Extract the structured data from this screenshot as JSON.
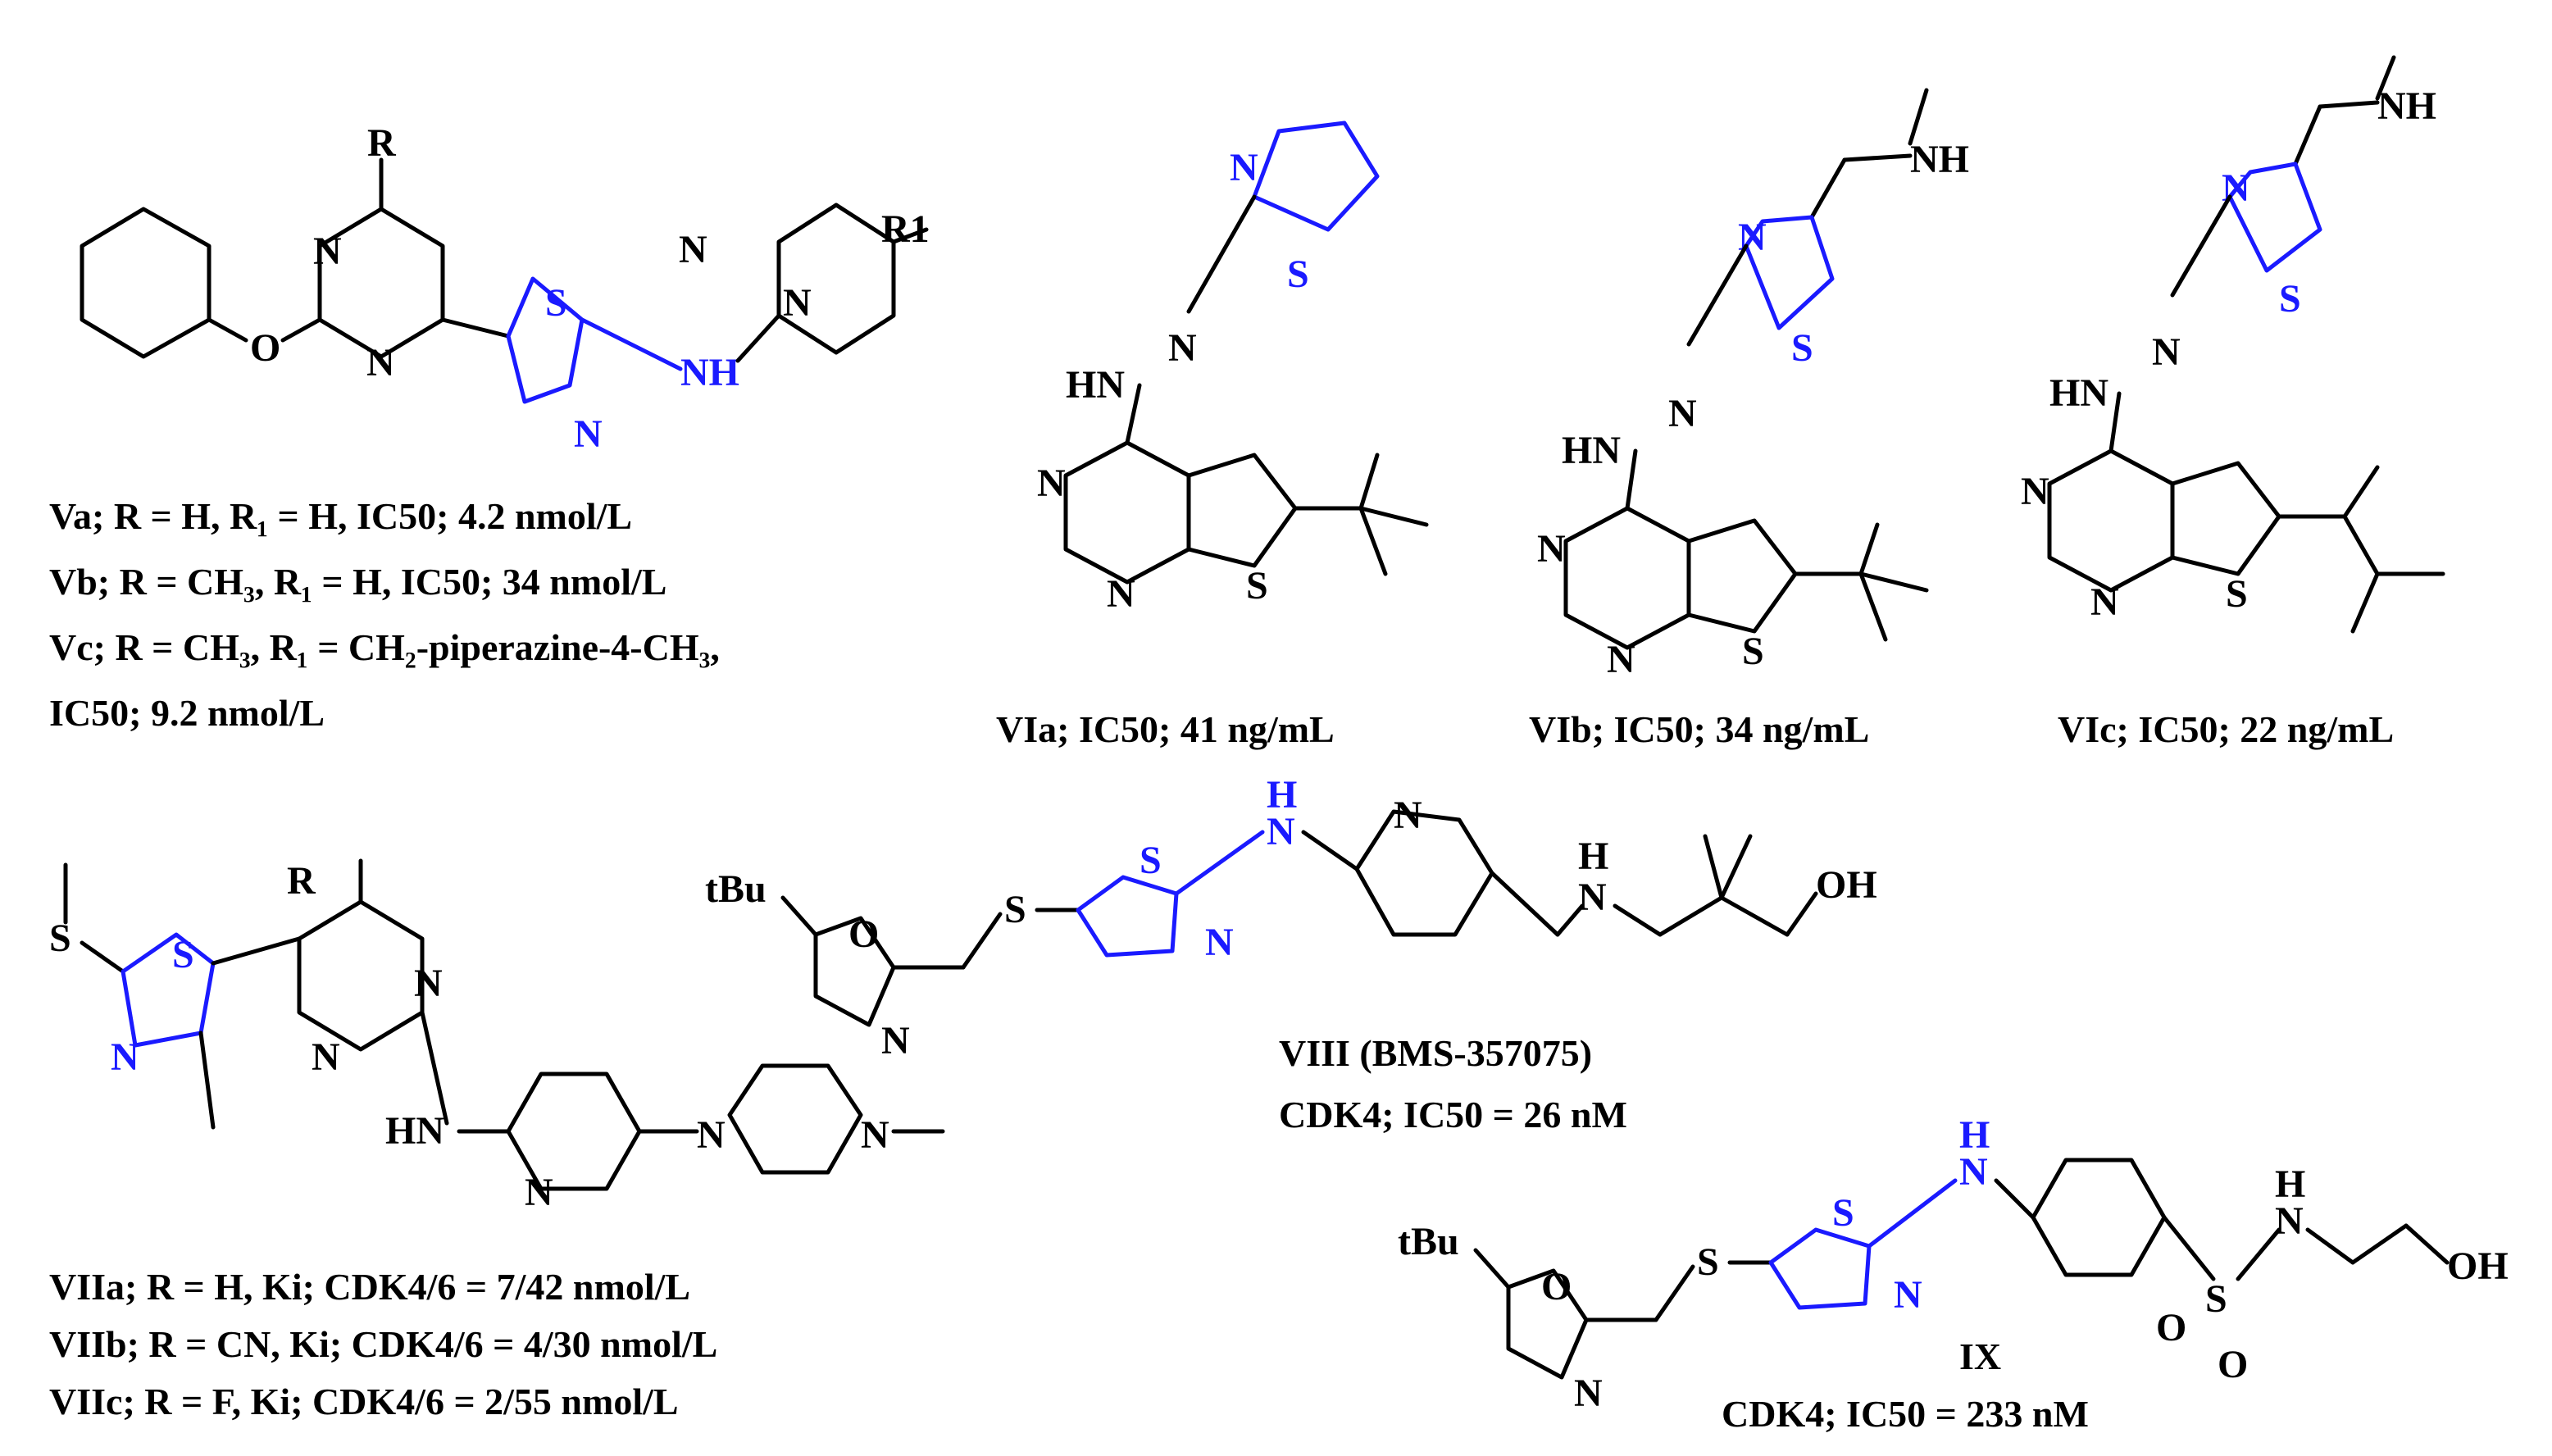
{
  "compounds": {
    "V": {
      "lines": [
        "Va;  R = H, R₁ = H, IC50; 4.2 nmol/L",
        "Vb;  R = CH₃, R₁ = H, IC50; 34 nmol/L",
        "Vc;  R = CH₃, R₁ = CH₂-piperazine-4-CH₃,",
        "IC50; 9.2 nmol/L"
      ],
      "substituent_R": "R",
      "substituent_R1": "R1"
    },
    "VIa": {
      "caption": "VIa; IC50; 41 ng/mL"
    },
    "VIb": {
      "caption": "VIb; IC50; 34 ng/mL"
    },
    "VIc": {
      "caption": "VIc; IC50; 22 ng/mL"
    },
    "VII": {
      "lines": [
        "VIIa; R = H, Ki; CDK4/6 = 7/42 nmol/L",
        "VIIb; R = CN, Ki; CDK4/6 = 4/30 nmol/L",
        "VIIc; R = F, Ki; CDK4/6 = 2/55 nmol/L"
      ],
      "substituent_R": "R"
    },
    "VIII": {
      "name": "VIII (BMS-357075)",
      "activity": "CDK4; IC50 = 26 nM",
      "tbu": "tBu"
    },
    "IX": {
      "name": "IX",
      "activity": "CDK4; IC50 = 233 nM",
      "tbu": "tBu"
    }
  },
  "atom_labels": {
    "N": "N",
    "S": "S",
    "O": "O",
    "NH": "NH",
    "HN": "HN",
    "H": "H",
    "OH": "OH"
  },
  "colors": {
    "thiazole_highlight": "#1a1aff",
    "default": "#000000"
  }
}
